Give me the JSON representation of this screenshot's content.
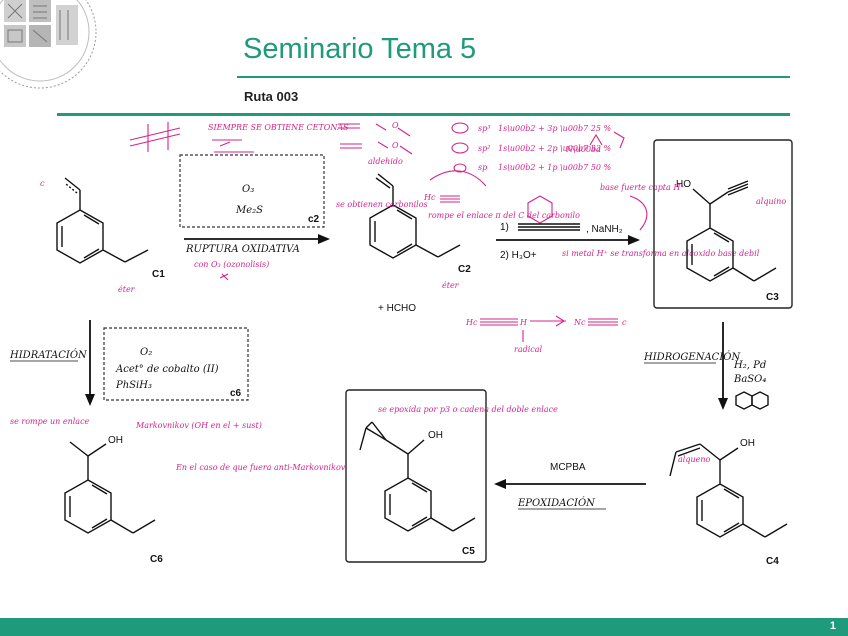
{
  "slide": {
    "title": "Seminario Tema 5",
    "subtitle": "Ruta 003",
    "page_number": "1",
    "accent_color": "#1f9a7a",
    "ink_color": "#d6248a"
  },
  "compounds": {
    "c1": "C1",
    "c2": "C2",
    "c3": "C3",
    "c4": "C4",
    "c5": "C5",
    "c6": "C6"
  },
  "reagents": {
    "ozonolysis_1": "O₃",
    "ozonolysis_2": "Me₂S",
    "ozonolysis_box": "c2",
    "byproduct": "+ HCHO",
    "alkyne_step1": "1)",
    "alkyne_reagent": ", NaNH₂",
    "alkyne_step2": "2) H₃O+",
    "hydration_reagent": "O₂",
    "hydration_cat": "Acet° de cobalto (II)",
    "hydration_silane": "PhSiH₃",
    "hydration_box": "c6",
    "hydrogenation_reagent": "H₂, Pd",
    "hydrogenation_poison": "BaSO₄",
    "epoxidation_reagent": "MCPBA",
    "oh": "OH",
    "ho": "HO"
  },
  "handwritten": {
    "ruptura": "RUPTURA OXIDATIVA",
    "ruptura_note": "con O₃ (ozonolisis)",
    "hidratacion": "HIDRATACIÓN",
    "hidrogenacion": "HIDROGENACIÓN",
    "epoxidacion": "EPOXIDACIÓN",
    "eter_c1": "éter",
    "eter_c2": "éter",
    "aldehido": "aldehido",
    "alquino": "alquino",
    "alqueno": "alqueno",
    "obtienen": "se obtienen carbonilos",
    "rompe_enlace": "rompe el enlace π del C del carbonilo",
    "rompe_enlace_c6": "se rompe un enlace",
    "markovnikov": "Markovnikov (OH en el + sust)",
    "antimark": "En el caso de que fuera anti-Markovnikov",
    "base": "base fuerte capta H⁺",
    "metal_trans": "si metal H⁺ se transforma en alcoxido base debil",
    "epoxido_note": "se epoxida por p3 o cadena del doble enlace",
    "sp3": "sp³",
    "sp2": "sp²",
    "sp": "sp"
  }
}
